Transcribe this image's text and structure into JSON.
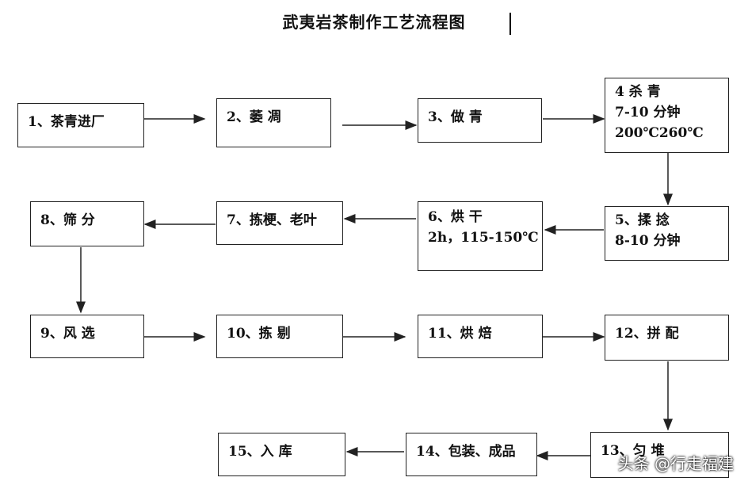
{
  "title": "武夷岩茶制作工艺流程图",
  "steps": [
    {
      "id": "n1",
      "lines": [
        "1、茶青进厂"
      ]
    },
    {
      "id": "n2",
      "lines": [
        "2、萎 凋"
      ]
    },
    {
      "id": "n3",
      "lines": [
        "3、做 青"
      ]
    },
    {
      "id": "n4",
      "lines": [
        "4 杀 青",
        "7-10 分钟",
        "200℃260℃"
      ]
    },
    {
      "id": "n5",
      "lines": [
        "5、揉 捻",
        "8-10 分钟"
      ]
    },
    {
      "id": "n6",
      "lines": [
        "6、烘 干",
        "2h，115-150℃"
      ]
    },
    {
      "id": "n7",
      "lines": [
        "7、拣梗、老叶"
      ]
    },
    {
      "id": "n8",
      "lines": [
        "8、筛 分"
      ]
    },
    {
      "id": "n9",
      "lines": [
        "9、风 选"
      ]
    },
    {
      "id": "n10",
      "lines": [
        "10、拣 剔"
      ]
    },
    {
      "id": "n11",
      "lines": [
        "11、烘 焙"
      ]
    },
    {
      "id": "n12",
      "lines": [
        "12、拼 配"
      ]
    },
    {
      "id": "n13",
      "lines": [
        "13、匀 堆"
      ]
    },
    {
      "id": "n14",
      "lines": [
        "14、包装、成品"
      ]
    },
    {
      "id": "n15",
      "lines": [
        "15、入 库"
      ]
    }
  ],
  "edges": [
    [
      "n1",
      "n2"
    ],
    [
      "n2",
      "n3"
    ],
    [
      "n3",
      "n4"
    ],
    [
      "n4",
      "n5"
    ],
    [
      "n5",
      "n6"
    ],
    [
      "n6",
      "n7"
    ],
    [
      "n7",
      "n8"
    ],
    [
      "n8",
      "n9"
    ],
    [
      "n9",
      "n10"
    ],
    [
      "n10",
      "n11"
    ],
    [
      "n11",
      "n12"
    ],
    [
      "n12",
      "n13"
    ],
    [
      "n13",
      "n14"
    ],
    [
      "n14",
      "n15"
    ]
  ],
  "watermark": "头条 @行走福建"
}
